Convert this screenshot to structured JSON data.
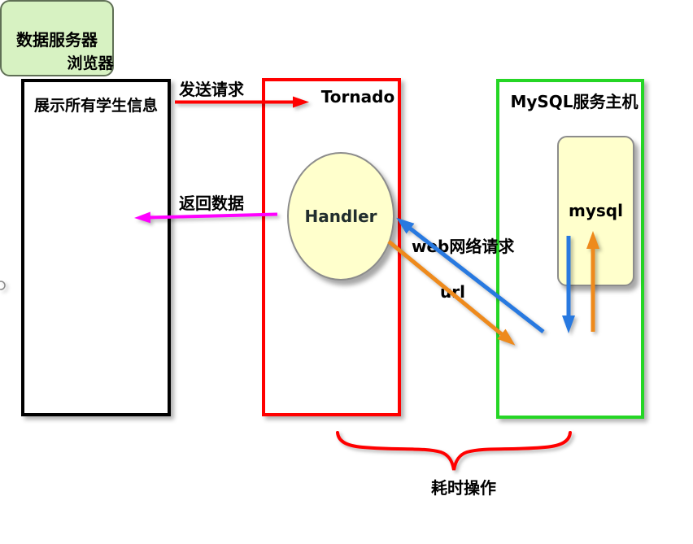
{
  "nodes": {
    "browser": {
      "label": "浏览器",
      "content": "展示所有学生信息"
    },
    "tornado": {
      "label": "Tornado"
    },
    "handler": {
      "label": "Handler"
    },
    "mysql_host": {
      "label": "MySQL服务主机"
    },
    "mysql": {
      "label": "mysql"
    },
    "data_server": {
      "label": "数据服务器"
    }
  },
  "edges": {
    "send_request": {
      "label": "发送请求",
      "from": "浏览器",
      "to": "Tornado",
      "color": "#ff0000"
    },
    "return_data": {
      "label": "返回数据",
      "from": "Handler",
      "to": "浏览器",
      "color": "#ff00ff"
    },
    "web_request": {
      "label": "web网络请求",
      "from": "数据服务器",
      "to": "Handler",
      "color": "#2879e0"
    },
    "url_request": {
      "label": "url",
      "from": "Handler",
      "to": "数据服务器",
      "color": "#ee8a1c"
    },
    "mysql_to_data_server": {
      "label": "",
      "from": "mysql",
      "to": "数据服务器",
      "color": "#2879e0"
    },
    "data_server_to_mysql": {
      "label": "",
      "from": "数据服务器",
      "to": "mysql",
      "color": "#ee8a1c"
    }
  },
  "annotations": {
    "time_consuming": "耗时操作"
  },
  "colors": {
    "browser_border": "#000000",
    "tornado_border": "#ff0000",
    "mysql_host_border": "#25d625",
    "node_yellow_fill": "#ffffcc",
    "data_server_fill": "#d7f2c2",
    "brace": "#ff0000"
  }
}
